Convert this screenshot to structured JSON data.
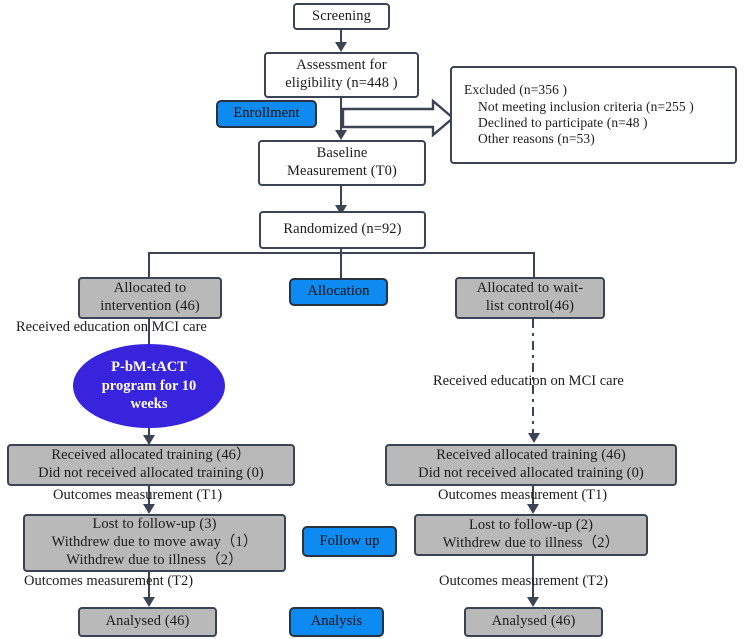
{
  "diagram": {
    "title": "CONSORT participant flow diagram",
    "colors": {
      "stage_label_blue": "#0d8bf0",
      "ellipse_indigo": "#3724dc",
      "box_grey": "#b9b9b9",
      "box_white": "#ffffff",
      "stroke": "#3a4454"
    }
  },
  "stage_labels": {
    "enrollment": "Enrollment",
    "allocation": "Allocation",
    "follow_up": "Follow up",
    "analysis": "Analysis"
  },
  "nodes": {
    "screening": {
      "lines": [
        "Screening"
      ]
    },
    "assessment": {
      "lines": [
        "Assessment  for",
        "eligibility (n=448 )"
      ]
    },
    "excluded": {
      "lines": [
        "Excluded  (n=356 )",
        "Not meeting inclusion criteria (n=255 )",
        "Declined to participate (n=48 )",
        "Other reasons (n=53)"
      ]
    },
    "baseline": {
      "lines": [
        "Baseline",
        "Measurement (T0)"
      ]
    },
    "randomized": {
      "lines": [
        "Randomized (n=92)"
      ]
    },
    "allocated_intervention": {
      "lines": [
        "Allocated to",
        "intervention (46)"
      ]
    },
    "allocated_control": {
      "lines": [
        "Allocated to wait-",
        "list control(46)"
      ]
    },
    "program_ellipse": {
      "lines": [
        "P-bM-tACT",
        "program for 10",
        "weeks"
      ]
    },
    "training_left": {
      "lines": [
        "Received  allocated training (46）",
        "Did not received allocated training (0)"
      ]
    },
    "training_right": {
      "lines": [
        "Received  allocated training (46)",
        "Did not received allocated training (0)"
      ]
    },
    "followup_left": {
      "lines": [
        "Lost to follow-up (3)",
        "Withdrew due to  move away（1）",
        "Withdrew due to  illness（2）"
      ]
    },
    "followup_right": {
      "lines": [
        "Lost to follow-up (2)",
        "Withdrew due to  illness（2）"
      ]
    },
    "analysed_left": {
      "lines": [
        "Analysed (46)"
      ]
    },
    "analysed_right": {
      "lines": [
        "Analysed (46)"
      ]
    }
  },
  "captions": {
    "education_left": "Received education on MCI care",
    "education_right": "Received education on MCI care",
    "outcomes_t1_left": "Outcomes measurement (T1)",
    "outcomes_t1_right": "Outcomes measurement (T1)",
    "outcomes_t2_left": "Outcomes measurement (T2)",
    "outcomes_t2_right": "Outcomes measurement (T2)"
  }
}
